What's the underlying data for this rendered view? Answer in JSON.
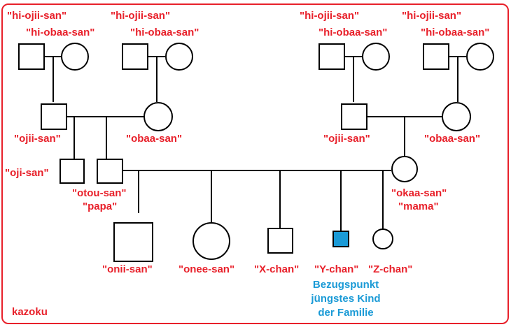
{
  "title": "kazoku",
  "colors": {
    "frame": "#e8202a",
    "label": "#e8202a",
    "note": "#1a9ad6",
    "reference_fill": "#1a9ad6",
    "line": "#000000"
  },
  "paternal": {
    "great_grandparents_1": {
      "male": "\"hi-ojii-san\"",
      "female": "\"hi-obaa-san\""
    },
    "great_grandparents_2": {
      "male": "\"hi-ojii-san\"",
      "female": "\"hi-obaa-san\""
    },
    "grandfather": "\"ojii-san\"",
    "grandmother": "\"obaa-san\"",
    "uncle": "\"oji-san\"",
    "father": [
      "\"otou-san\"",
      "\"papa\""
    ]
  },
  "maternal": {
    "great_grandparents_1": {
      "male": "\"hi-ojii-san\"",
      "female": "\"hi-obaa-san\""
    },
    "great_grandparents_2": {
      "male": "\"hi-ojii-san\"",
      "female": "\"hi-obaa-san\""
    },
    "grandfather": "\"ojii-san\"",
    "grandmother": "\"obaa-san\"",
    "mother": [
      "\"okaa-san\"",
      "\"mama\""
    ]
  },
  "children": [
    {
      "label": "\"onii-san\"",
      "shape": "square"
    },
    {
      "label": "\"onee-san\"",
      "shape": "circle"
    },
    {
      "label": "\"X-chan\"",
      "shape": "square"
    },
    {
      "label": "\"Y-chan\"",
      "shape": "square",
      "reference": true
    },
    {
      "label": "\"Z-chan\"",
      "shape": "circle"
    }
  ],
  "reference_note": [
    "Bezugspunkt",
    "jüngstes Kind",
    "der Familie"
  ]
}
